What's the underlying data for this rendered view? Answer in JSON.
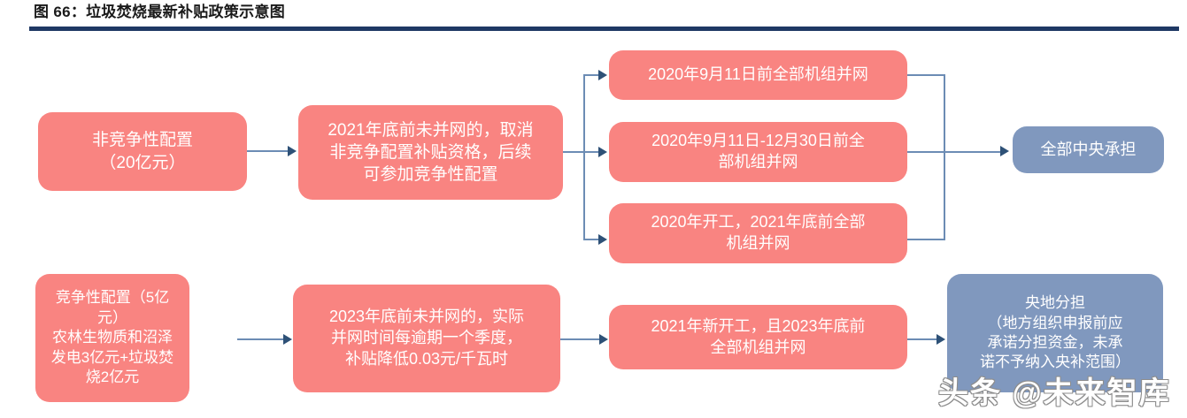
{
  "figure": {
    "title": "图 66：垃圾焚烧最新补贴政策示意图",
    "rule_color": "#1F3864"
  },
  "palette": {
    "node_pink": "#F98481",
    "node_blue": "#8098BE",
    "connector": "#6C8CB4",
    "arrowhead": "#2E5177",
    "node_text": "#FFFFFF"
  },
  "diagram": {
    "type": "flowchart",
    "flows": [
      {
        "id": "non-competitive",
        "nodes": [
          {
            "id": "noncompetitive-alloc",
            "label": "非竞争性配置\n（20亿元）"
          },
          {
            "id": "noncompetitive-rule",
            "label": "2021年底前未并网的，取消\n非竞争配置补贴资格，后续\n可参加竞争性配置"
          },
          {
            "id": "grid-before-0911",
            "label": "2020年9月11日前全部机组并网"
          },
          {
            "id": "grid-0911-1230",
            "label": "2020年9月11日-12月30日前全\n部机组并网"
          },
          {
            "id": "start-2020-grid-2021",
            "label": "2020年开工，2021年底前全部\n机组并网"
          },
          {
            "id": "central-full",
            "label": "全部中央承担"
          }
        ]
      },
      {
        "id": "competitive",
        "nodes": [
          {
            "id": "competitive-alloc",
            "label": "竞争性配置（5亿元）\n农林生物质和沼泽\n发电3亿元+垃圾焚\n烧2亿元"
          },
          {
            "id": "competitive-rule",
            "label": "2023年底前未并网的，实际\n并网时间每逾期一个季度，\n补贴降低0.03元/千瓦时"
          },
          {
            "id": "new-start-2021",
            "label": "2021年新开工，且2023年底前\n全部机组并网"
          },
          {
            "id": "shared-central-local",
            "label": "央地分担\n（地方组织申报前应\n承诺分担资金，未承\n诺不予纳入央补范围）"
          }
        ]
      }
    ]
  },
  "watermark": {
    "text": "头条 @未来智库"
  }
}
